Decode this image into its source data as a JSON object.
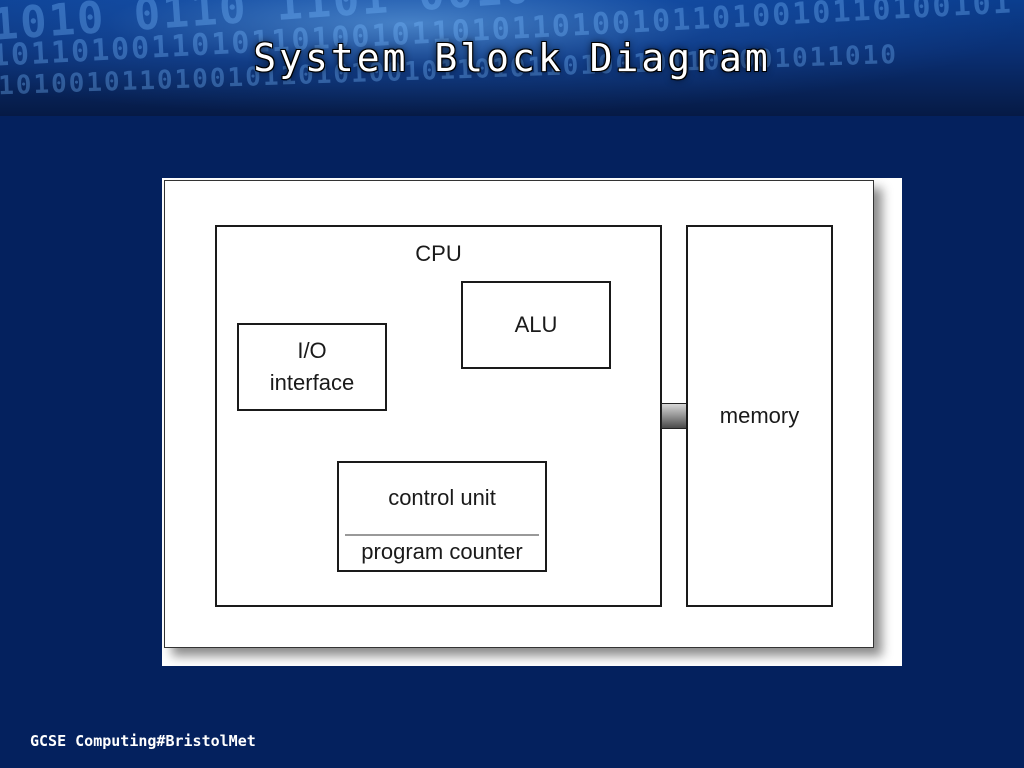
{
  "slide": {
    "title": "System Block Diagram",
    "footer": "GCSE Computing#BristolMet"
  },
  "diagram": {
    "cpu_label": "CPU",
    "alu_label": "ALU",
    "io_label_line1": "I/O",
    "io_label_line2": "interface",
    "control_unit_label": "control unit",
    "program_counter_label": "program counter",
    "memory_label": "memory"
  }
}
